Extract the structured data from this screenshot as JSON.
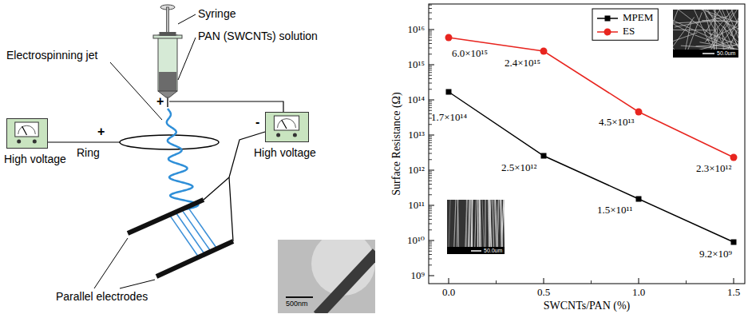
{
  "diagram": {
    "nodes": [
      {
        "text": [
          "High voltage"
        ]
      },
      {
        "text": [
          "High voltage"
        ]
      }
    ],
    "labels": [
      "Syringe",
      "PAN (SWCNTs) solution",
      "Electrospinning jet",
      "+",
      "+",
      "Ring",
      "-",
      "Parallel electrodes",
      "500nm",
      "Surface Resistance (Ω)",
      "10¹⁶",
      "10¹⁵",
      "10¹⁴",
      "10¹³",
      "10¹²",
      "10¹¹",
      "10¹⁰",
      "10⁹",
      "0.0",
      "0.5",
      "1.0",
      "1.5",
      "SWCNTs/PAN (%)",
      "6.0×10¹⁵",
      "2.4×10¹⁵",
      "4.5×10¹³",
      "2.3×10¹²",
      "1.7×10¹⁴",
      "2.5×10¹²",
      "1.5×10¹¹",
      "9.2×10⁹",
      "50.0um",
      "50.0um"
    ],
    "legend": [
      {
        "text": "MPEM"
      },
      {
        "text": "ES"
      }
    ]
  }
}
